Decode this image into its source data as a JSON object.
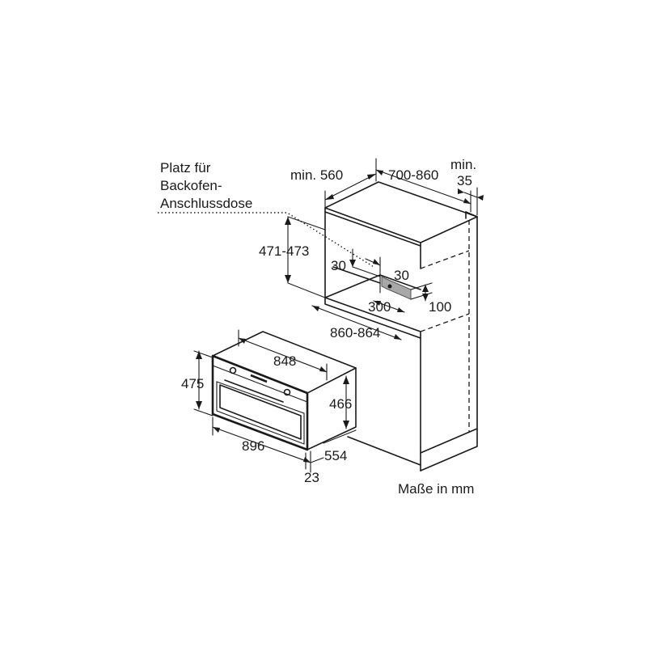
{
  "callout": {
    "line1": "Platz für",
    "line2": "Backofen-",
    "line3": "Anschlussdose"
  },
  "dimensions": {
    "min_560": "min. 560",
    "range_700_860": "700-860",
    "min_35_a": "min.",
    "min_35_b": "35",
    "height_471_473": "471-473",
    "gap_30_left": "30",
    "gap_30_right": "30",
    "socket_300": "300",
    "socket_100": "100",
    "width_860_864": "860-864",
    "oven_848": "848",
    "oven_475": "475",
    "oven_466": "466",
    "oven_896": "896",
    "oven_554": "554",
    "oven_23": "23"
  },
  "units_note": "Maße in mm"
}
